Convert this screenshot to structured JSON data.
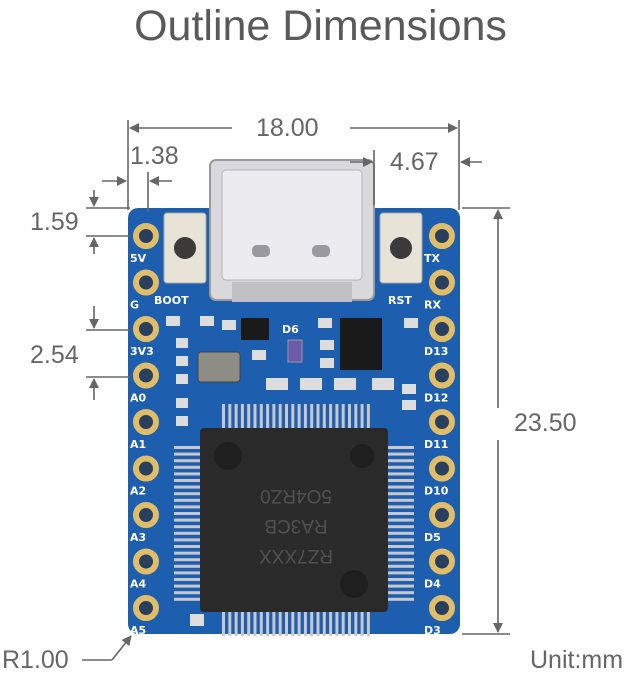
{
  "title": "Outline Dimensions",
  "dimensions": {
    "width": "18.00",
    "pin_offset": "1.38",
    "usb_offset": "4.67",
    "top_margin": "1.59",
    "pitch": "2.54",
    "height": "23.50",
    "corner_radius": "R1.00"
  },
  "unit": "Unit:mm",
  "board": {
    "buttons": [
      "BOOT",
      "RST"
    ],
    "led": "D6",
    "left_pins": [
      "5V",
      "G",
      "3V3",
      "A0",
      "A1",
      "A2",
      "A3",
      "A4",
      "A5"
    ],
    "right_pins": [
      "TX",
      "RX",
      "D13",
      "D12",
      "D11",
      "D10",
      "D5",
      "D4",
      "D3"
    ],
    "chip_marking": [
      "RZ7XXX",
      "RA3CB",
      "5O4RZ0"
    ]
  },
  "colors": {
    "pcb": "#1d5fae",
    "pad": "#e0bd69",
    "dimension_line": "#666666"
  }
}
